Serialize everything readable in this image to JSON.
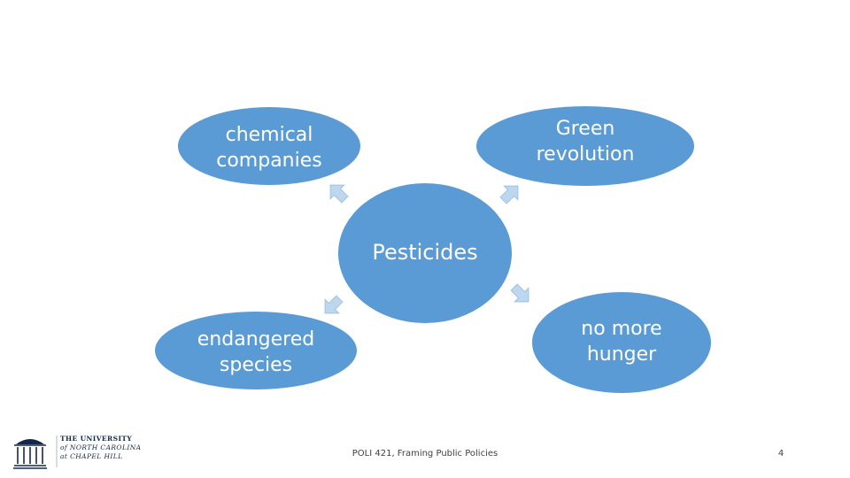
{
  "diagram": {
    "center": {
      "label": "Pesticides"
    },
    "nodes": [
      {
        "id": "top-left",
        "label": "chemical companies"
      },
      {
        "id": "top-right",
        "label": "Green revolution"
      },
      {
        "id": "bottom-left",
        "label": "endangered species"
      },
      {
        "id": "bottom-right",
        "label": "no more hunger"
      }
    ],
    "colors": {
      "node_fill": "#5b9bd5",
      "node_text": "#ffffff",
      "arrow_fill": "#bdd7ee",
      "arrow_stroke": "#9dc3e6"
    }
  },
  "footer": {
    "course": "POLI 421, Framing Public Policies",
    "page_number": "4"
  },
  "logo": {
    "icon": "old-well-icon",
    "line1": "THE UNIVERSITY",
    "line2": "of NORTH CAROLINA",
    "line3": "at CHAPEL HILL",
    "color": "#13294b"
  }
}
